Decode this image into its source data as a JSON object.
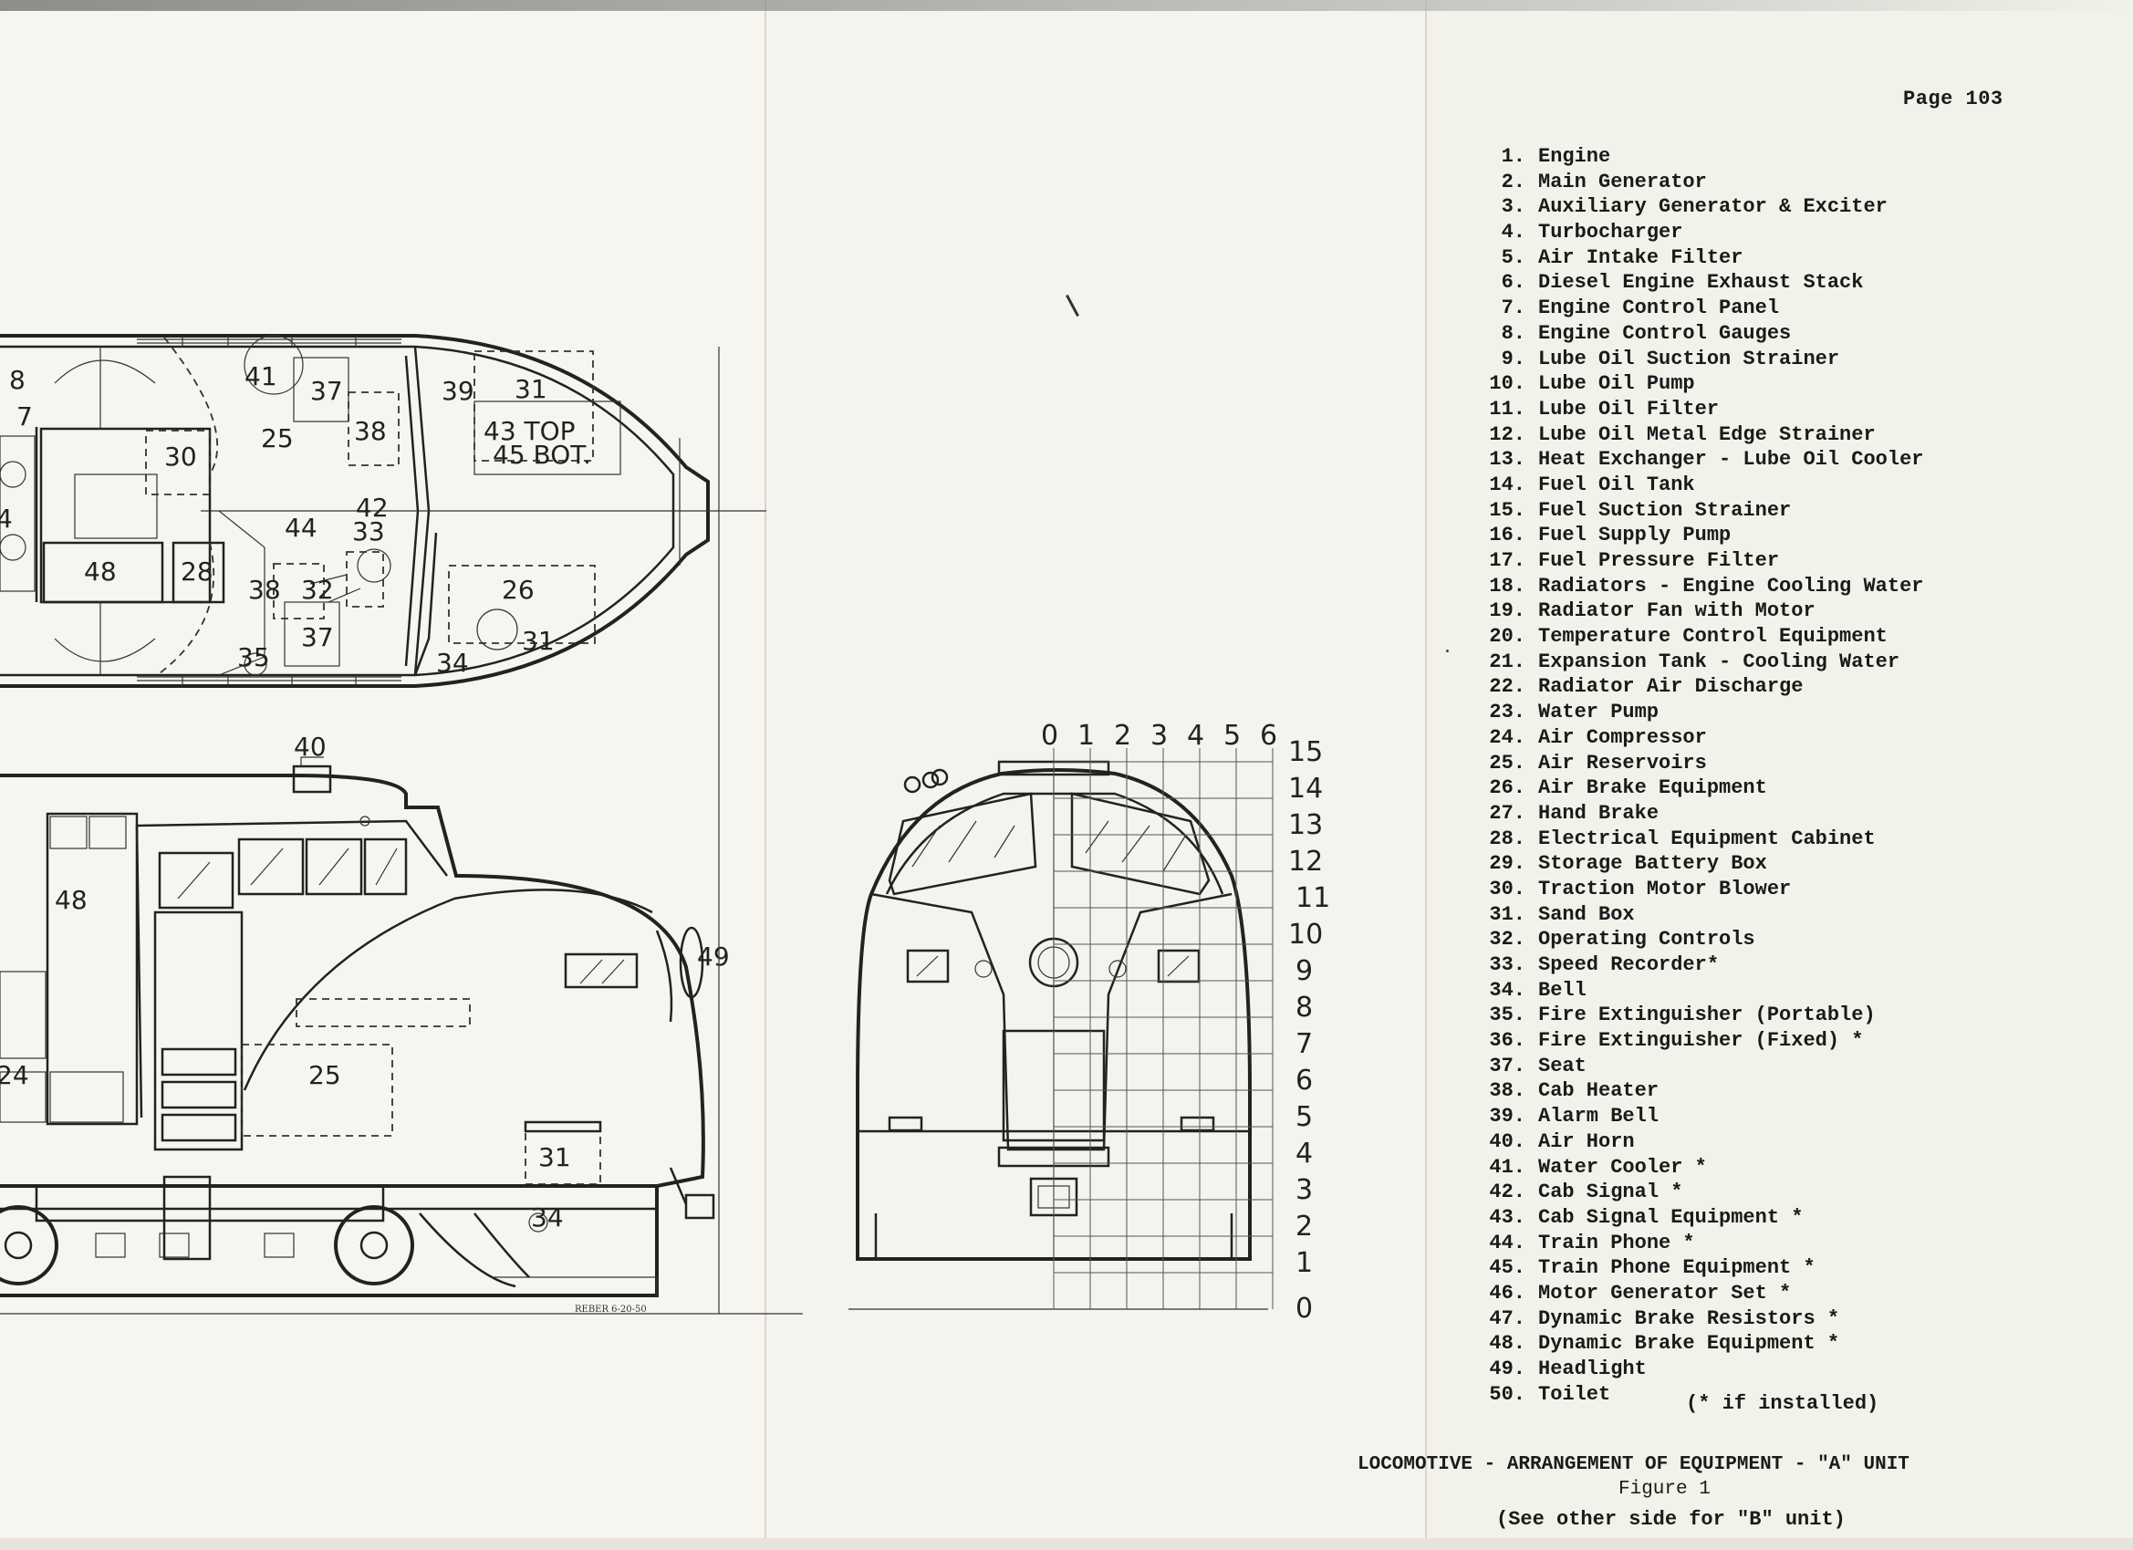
{
  "page_number": "Page 103",
  "legend": [
    {
      "num": "1.",
      "label": "Engine"
    },
    {
      "num": "2.",
      "label": "Main Generator"
    },
    {
      "num": "3.",
      "label": "Auxiliary Generator & Exciter"
    },
    {
      "num": "4.",
      "label": "Turbocharger"
    },
    {
      "num": "5.",
      "label": "Air Intake Filter"
    },
    {
      "num": "6.",
      "label": "Diesel Engine Exhaust Stack"
    },
    {
      "num": "7.",
      "label": "Engine Control Panel"
    },
    {
      "num": "8.",
      "label": "Engine Control Gauges"
    },
    {
      "num": "9.",
      "label": "Lube Oil Suction Strainer"
    },
    {
      "num": "10.",
      "label": "Lube Oil Pump"
    },
    {
      "num": "11.",
      "label": "Lube Oil Filter"
    },
    {
      "num": "12.",
      "label": "Lube Oil Metal Edge Strainer"
    },
    {
      "num": "13.",
      "label": "Heat Exchanger - Lube Oil Cooler"
    },
    {
      "num": "14.",
      "label": "Fuel Oil Tank"
    },
    {
      "num": "15.",
      "label": "Fuel Suction Strainer"
    },
    {
      "num": "16.",
      "label": "Fuel Supply Pump"
    },
    {
      "num": "17.",
      "label": "Fuel Pressure Filter"
    },
    {
      "num": "18.",
      "label": "Radiators - Engine Cooling Water"
    },
    {
      "num": "19.",
      "label": "Radiator Fan with Motor"
    },
    {
      "num": "20.",
      "label": "Temperature Control Equipment"
    },
    {
      "num": "21.",
      "label": "Expansion Tank - Cooling Water"
    },
    {
      "num": "22.",
      "label": "Radiator Air Discharge"
    },
    {
      "num": "23.",
      "label": "Water Pump"
    },
    {
      "num": "24.",
      "label": "Air Compressor"
    },
    {
      "num": "25.",
      "label": "Air Reservoirs"
    },
    {
      "num": "26.",
      "label": "Air Brake Equipment"
    },
    {
      "num": "27.",
      "label": "Hand Brake"
    },
    {
      "num": "28.",
      "label": "Electrical Equipment Cabinet"
    },
    {
      "num": "29.",
      "label": "Storage Battery Box"
    },
    {
      "num": "30.",
      "label": "Traction Motor Blower"
    },
    {
      "num": "31.",
      "label": "Sand Box"
    },
    {
      "num": "32.",
      "label": "Operating Controls"
    },
    {
      "num": "33.",
      "label": "Speed Recorder*"
    },
    {
      "num": "34.",
      "label": "Bell"
    },
    {
      "num": "35.",
      "label": "Fire Extinguisher (Portable)"
    },
    {
      "num": "36.",
      "label": "Fire Extinguisher (Fixed) *"
    },
    {
      "num": "37.",
      "label": "Seat"
    },
    {
      "num": "38.",
      "label": "Cab Heater"
    },
    {
      "num": "39.",
      "label": "Alarm Bell"
    },
    {
      "num": "40.",
      "label": "Air Horn"
    },
    {
      "num": "41.",
      "label": "Water Cooler *"
    },
    {
      "num": "42.",
      "label": "Cab Signal *"
    },
    {
      "num": "43.",
      "label": "Cab Signal Equipment *"
    },
    {
      "num": "44.",
      "label": "Train Phone *"
    },
    {
      "num": "45.",
      "label": "Train Phone Equipment *"
    },
    {
      "num": "46.",
      "label": "Motor Generator Set *"
    },
    {
      "num": "47.",
      "label": "Dynamic Brake Resistors *"
    },
    {
      "num": "48.",
      "label": "Dynamic Brake Equipment *"
    },
    {
      "num": "49.",
      "label": "Headlight"
    },
    {
      "num": "50.",
      "label": "Toilet"
    }
  ],
  "installed_note": "(* if installed)",
  "caption": {
    "title": "LOCOMOTIVE  -  ARRANGEMENT OF EQUIPMENT  -  \"A\" UNIT",
    "figure": "Figure 1",
    "note": "(See other side for \"B\" unit)"
  },
  "plan_labels": {
    "l8": "8",
    "l7": "7",
    "l4": "4",
    "l41": "41",
    "l37a": "37",
    "l38a": "38",
    "l39": "39",
    "l31a": "31",
    "l25a": "25",
    "l30": "30",
    "l43": "43 TOP",
    "l45": "45 BOT.",
    "l42": "42",
    "l44": "44",
    "l33": "33",
    "l48a": "48",
    "l28": "28",
    "l38b": "38",
    "l32": "32",
    "l26": "26",
    "l37b": "37",
    "l31b": "31",
    "l35": "35",
    "l34a": "34"
  },
  "elevation_labels": {
    "l40": "40",
    "l48b": "48",
    "l49": "49",
    "l25b": "25",
    "l24": "24",
    "l31c": "31",
    "l34b": "34",
    "signature": "REBER 6-20-50"
  },
  "scale": {
    "horizontal": [
      "0",
      "1",
      "2",
      "3",
      "4",
      "5",
      "6"
    ],
    "vertical": [
      "15",
      "14",
      "13",
      "12",
      "11",
      "10",
      "9",
      "8",
      "7",
      "6",
      "5",
      "4",
      "3",
      "2",
      "1",
      "0"
    ]
  },
  "colors": {
    "paper": "#f3f2ec",
    "ink": "#1a1a1a"
  }
}
